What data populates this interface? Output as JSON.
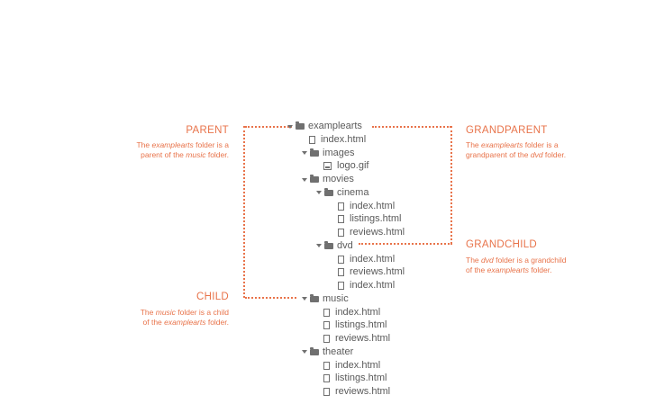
{
  "tree": [
    {
      "label": "examplearts",
      "type": "folder",
      "level": 0
    },
    {
      "label": "index.html",
      "type": "file",
      "level": 1
    },
    {
      "label": "images",
      "type": "folder",
      "level": 1
    },
    {
      "label": "logo.gif",
      "type": "image",
      "level": 2
    },
    {
      "label": "movies",
      "type": "folder",
      "level": 1
    },
    {
      "label": "cinema",
      "type": "folder",
      "level": 2
    },
    {
      "label": "index.html",
      "type": "file",
      "level": 3
    },
    {
      "label": "listings.html",
      "type": "file",
      "level": 3
    },
    {
      "label": "reviews.html",
      "type": "file",
      "level": 3
    },
    {
      "label": "dvd",
      "type": "folder",
      "level": 2
    },
    {
      "label": "index.html",
      "type": "file",
      "level": 3
    },
    {
      "label": "reviews.html",
      "type": "file",
      "level": 3
    },
    {
      "label": "index.html",
      "type": "file",
      "level": 3
    },
    {
      "label": "music",
      "type": "folder",
      "level": 1
    },
    {
      "label": "index.html",
      "type": "file",
      "level": 2
    },
    {
      "label": "listings.html",
      "type": "file",
      "level": 2
    },
    {
      "label": "reviews.html",
      "type": "file",
      "level": 2
    },
    {
      "label": "theater",
      "type": "folder",
      "level": 1
    },
    {
      "label": "index.html",
      "type": "file",
      "level": 2
    },
    {
      "label": "listings.html",
      "type": "file",
      "level": 2
    },
    {
      "label": "reviews.html",
      "type": "file",
      "level": 2
    }
  ],
  "annotations": {
    "parent": {
      "heading": "PARENT",
      "line1_pre": "The ",
      "line1_em": "examplearts",
      "line1_post": " folder is a",
      "line2_pre": "parent of the ",
      "line2_em": "music",
      "line2_post": " folder."
    },
    "child": {
      "heading": "CHILD",
      "line1_pre": "The ",
      "line1_em": "music",
      "line1_post": " folder is a child",
      "line2_pre": "of the ",
      "line2_em": "examplearts",
      "line2_post": " folder."
    },
    "grandparent": {
      "heading": "GRANDPARENT",
      "line1_pre": "The ",
      "line1_em": "examplearts",
      "line1_post": " folder is a",
      "line2_pre": "grandparent of the ",
      "line2_em": "dvd",
      "line2_post": " folder."
    },
    "grandchild": {
      "heading": "GRANDCHILD",
      "line1_pre": "The ",
      "line1_em": "dvd",
      "line1_post": " folder is a grandchild",
      "line2_pre": "of the ",
      "line2_em": "examplearts",
      "line2_post": " folder."
    }
  },
  "colors": {
    "accent": "#e8734a",
    "tree_text": "#5a5a5a",
    "icon": "#707070"
  }
}
